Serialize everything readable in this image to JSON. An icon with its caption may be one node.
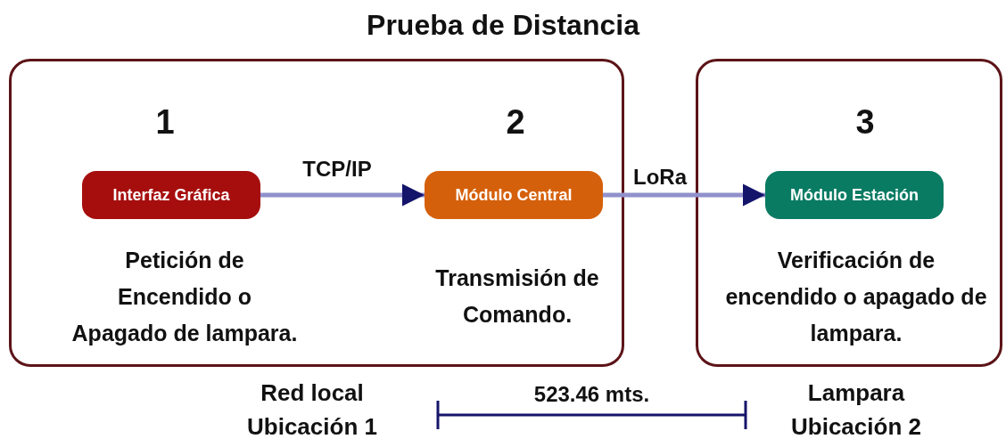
{
  "diagram": {
    "title": "Prueba de Distancia",
    "nodes": [
      {
        "text": [],
        "shape": "box"
      },
      {
        "text": [
          "Interfaz Gráfica"
        ],
        "in": 0,
        "beside": [
          "1",
          "Petición de Encendido o Apagado de lampara."
        ]
      },
      {
        "text": [
          "Módulo Central"
        ],
        "in": 0,
        "beside": [
          "2",
          "Transmisión de Comando."
        ]
      },
      {
        "text": [],
        "shape": "box"
      },
      {
        "text": [
          "Módulo Estación"
        ],
        "in": 3,
        "beside": [
          "3",
          "Verificación de encendido o apagado de lampara."
        ]
      }
    ],
    "edges": [
      {
        "from": 1,
        "to": 2,
        "arrow": "to",
        "label": "TCP/IP"
      },
      {
        "from": 2,
        "to": 4,
        "arrow": "to",
        "label": "LoRa"
      }
    ],
    "labels": [
      "Red local Ubicación 1",
      "523.46 mts.",
      "Lampara Ubicación 2"
    ]
  }
}
